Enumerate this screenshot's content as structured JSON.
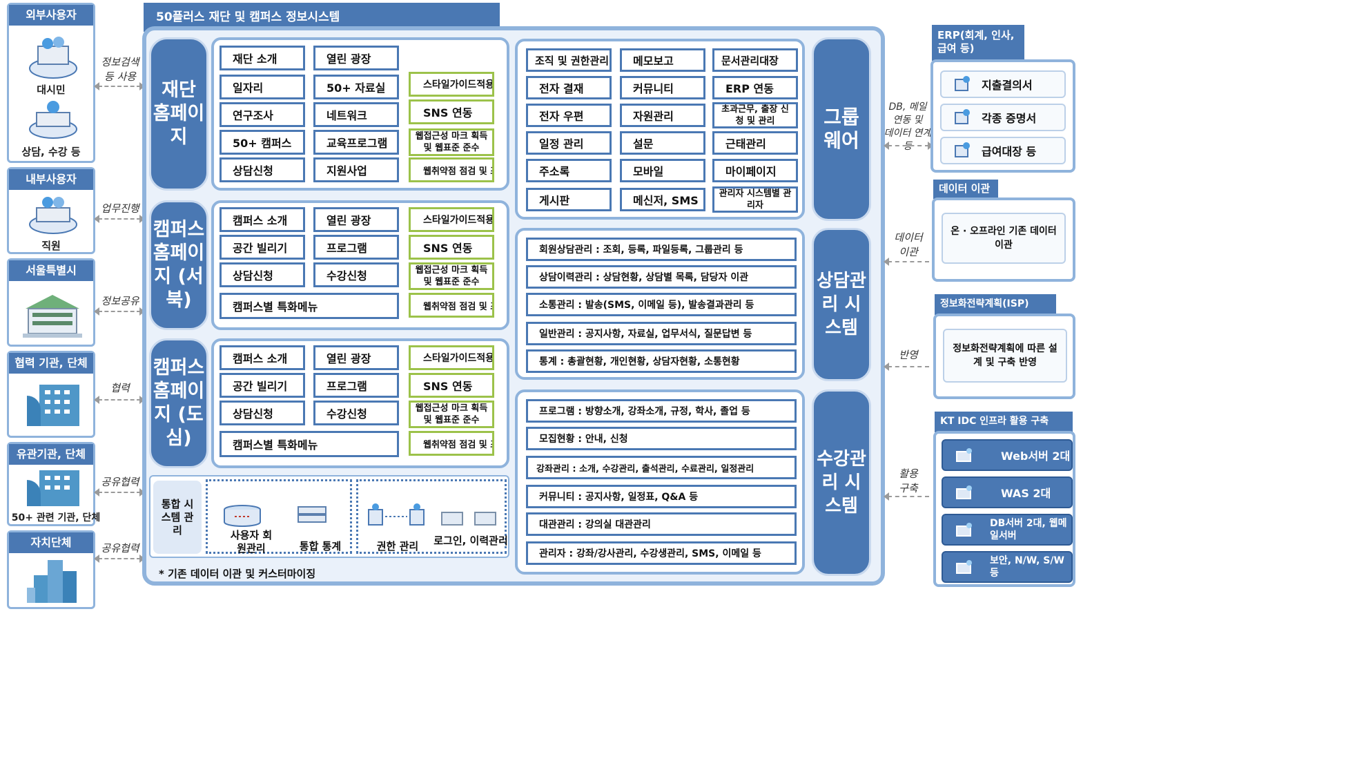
{
  "left": {
    "external": {
      "header": "외부사용자",
      "citizen": "대시민",
      "consult": "상담, 수강 등",
      "flow": [
        "정보검색",
        "등 사용"
      ]
    },
    "internal": {
      "header": "내부사용자",
      "staff": "직원",
      "flow": "업무진행"
    },
    "city": {
      "header": "서울특별시",
      "flow": "정보공유"
    },
    "partner": {
      "header": "협력 기관, 단체",
      "flow": "협력"
    },
    "related": {
      "header": "유관기관, 단체",
      "caption": "50+ 관련 기관, 단체",
      "flow": "공유협력"
    },
    "local": {
      "header": "자치단체",
      "flow": "공유협력"
    }
  },
  "main": {
    "title": "50플러스 재단 및 캠퍼스 정보시스템",
    "foundation": {
      "label": "재단 홈페이지",
      "col1": [
        "재단 소개",
        "일자리",
        "연구조사",
        "50+ 캠퍼스",
        "상담신청"
      ],
      "col2": [
        "열린 광장",
        "50+ 자료실",
        "네트워크",
        "교육프로그램",
        "지원사업"
      ],
      "col3": [
        "스타일가이드적용",
        "SNS 연동",
        "웹접근성 마크 획득 및 웹표준 준수",
        "웹취약점 점검 및 조치"
      ]
    },
    "campus_north": {
      "label": "캠퍼스 홈페이지 (서북)",
      "col1": [
        "캠퍼스 소개",
        "공간 빌리기",
        "상담신청"
      ],
      "col2": [
        "열린 광장",
        "프로그램",
        "수강신청"
      ],
      "special": "캠퍼스별 특화메뉴",
      "col3": [
        "스타일가이드적용",
        "SNS 연동",
        "웹접근성 마크 획득 및 웹표준 준수",
        "웹취약점 점검 및 조치"
      ]
    },
    "campus_center": {
      "label": "캠퍼스 홈페이지 (도심)",
      "col1": [
        "캠퍼스 소개",
        "공간 빌리기",
        "상담신청"
      ],
      "col2": [
        "열린 광장",
        "프로그램",
        "수강신청"
      ],
      "special": "캠퍼스별 특화메뉴",
      "col3": [
        "스타일가이드적용",
        "SNS 연동",
        "웹접근성 마크 획득 및 웹표준 준수",
        "웹취약점 점검 및 조치"
      ]
    },
    "integrated": {
      "label": "통합 시스템 관리",
      "items": [
        "사용자 회원관리",
        "통합 통계",
        "권한 관리",
        "로그인, 이력관리"
      ]
    },
    "footnote": "* 기존 데이터 이관 및 커스터마이징",
    "groupware": {
      "label": "그룹 웨어",
      "col1": [
        "조직 및 권한관리",
        "전자 결재",
        "전자 우편",
        "일정 관리",
        "주소록",
        "게시판"
      ],
      "col2": [
        "메모보고",
        "커뮤니티",
        "자원관리",
        "설문",
        "모바일",
        "메신저, SMS"
      ],
      "col3": [
        "문서관리대장",
        "ERP 연동",
        "초과근무, 출장 신청 및 관리",
        "근태관리",
        "마이페이지",
        "관리자 시스템별 관리자"
      ]
    },
    "consulting": {
      "label": "상담관리 시스템",
      "rows": [
        "회원상담관리 : 조회, 등록, 파일등록, 그룹관리 등",
        "상담이력관리 : 상담현황, 상담별 목록, 담당자 이관",
        "소통관리 : 발송(SMS, 이메일 등), 발송결과관리 등",
        "일반관리 : 공지사항, 자료실, 업무서식, 질문답변 등",
        "통계 : 총괄현황, 개인현황, 상담자현황, 소통현황"
      ]
    },
    "course": {
      "label": "수강관리 시스템",
      "rows": [
        "프로그램 : 방향소개, 강좌소개, 규정, 학사, 졸업 등",
        "모집현황 : 안내, 신청",
        "강좌관리 : 소개, 수강관리, 출석관리, 수료관리, 일정관리",
        "커뮤니티 : 공지사항, 일정표, Q&A 등",
        "대관관리 : 강의실 대관관리",
        "관리자 : 강좌/강사관리, 수강생관리, SMS, 이메일 등"
      ]
    }
  },
  "right": {
    "erp": {
      "header": "ERP(회계, 인사, 급여 등)",
      "items": [
        "지출결의서",
        "각종 증명서",
        "급여대장 등"
      ],
      "flow": [
        "DB, 메일",
        "연동 및",
        "데이터 연계",
        "등"
      ]
    },
    "migration": {
      "header": "데이터 이관",
      "item": "온 · 오프라인 기존 데이터 이관",
      "flow": [
        "데이터",
        "이관"
      ]
    },
    "isp": {
      "header": "정보화전략계획(ISP)",
      "item": "정보화전략계획에 따른 설계 및 구축 반영",
      "flow": "반영"
    },
    "idc": {
      "header": "KT IDC 인프라 활용 구축",
      "items": [
        "Web서버 2대",
        "WAS 2대",
        "DB서버 2대, 웹메일서버",
        "보안, N/W, S/W 등"
      ],
      "flow": [
        "활용",
        "구축"
      ]
    }
  },
  "colors": {
    "primary": "#4a78b3",
    "border": "#8fb3dc",
    "green": "#9cc24a",
    "panel_bg": "#eaf1fa"
  }
}
